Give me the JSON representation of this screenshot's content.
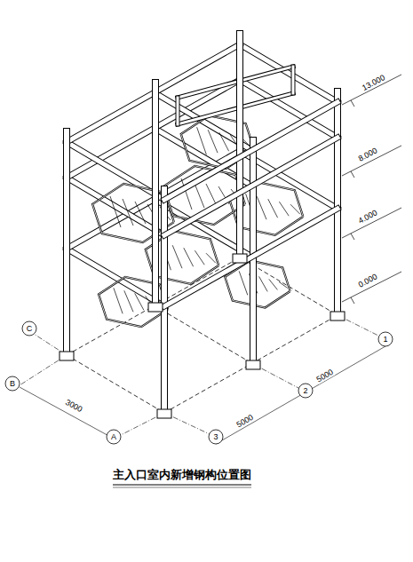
{
  "diagram": {
    "title": "主入口室内新增钢构位置图",
    "labels": [
      "13.000",
      "8.000",
      "4.000",
      "0.000",
      "C",
      "B",
      "A",
      "1",
      "2",
      "3",
      "3000",
      "5000",
      "5000"
    ]
  }
}
